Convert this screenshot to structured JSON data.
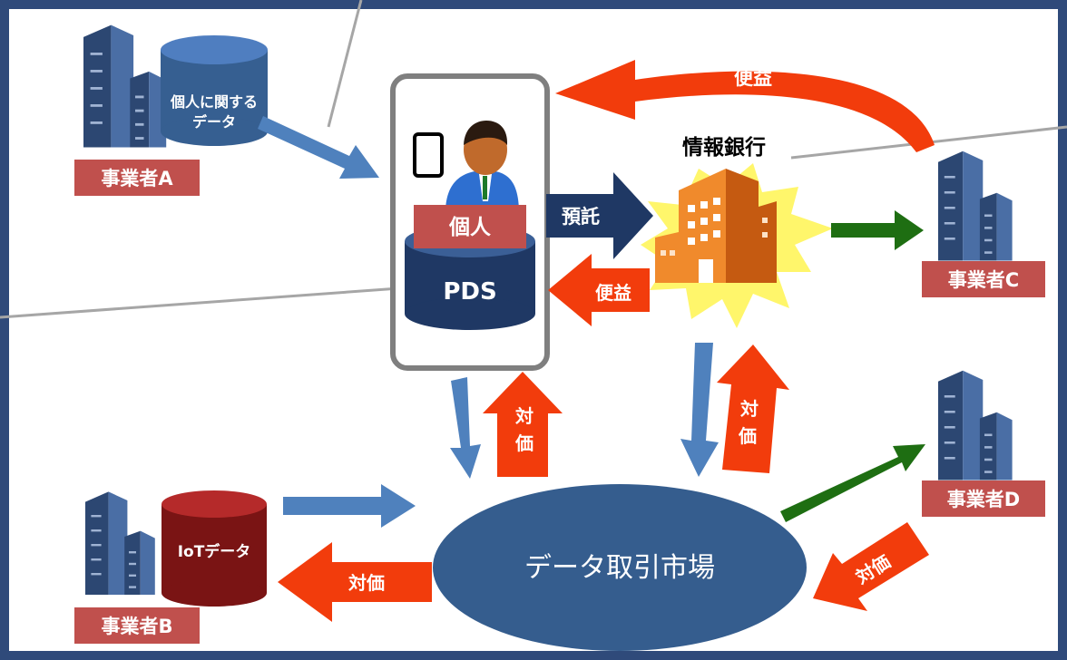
{
  "header": {
    "info_bank": "情報銀行"
  },
  "person": {
    "label": "個人",
    "store": "PDS"
  },
  "databases": {
    "personal_data": [
      "個人に関する",
      "データ"
    ],
    "iot_data": "IoTデータ"
  },
  "operators": {
    "a": "事業者A",
    "b": "事業者B",
    "c": "事業者C",
    "d": "事業者D"
  },
  "market": {
    "label": "データ取引市場"
  },
  "arrows": {
    "entrust": "預託",
    "benefit_top": "便益",
    "benefit_mid": "便益",
    "compensation_person": "対価",
    "compensation_bank": "対価",
    "compensation_b": "対価",
    "compensation_d": "対価"
  },
  "colors": {
    "frame": "#2f4a7a",
    "building": "#3f5f91",
    "label_box": "#c0504d",
    "arrow_red": "#f23c0c",
    "arrow_blue": "#4f81bd",
    "arrow_navy": "#1f3864",
    "arrow_green": "#1e6e12",
    "market": "#355d8e",
    "iot_db": "#8b1a1a",
    "bank_orange": "#f08a2c",
    "burst": "#fff66b"
  }
}
